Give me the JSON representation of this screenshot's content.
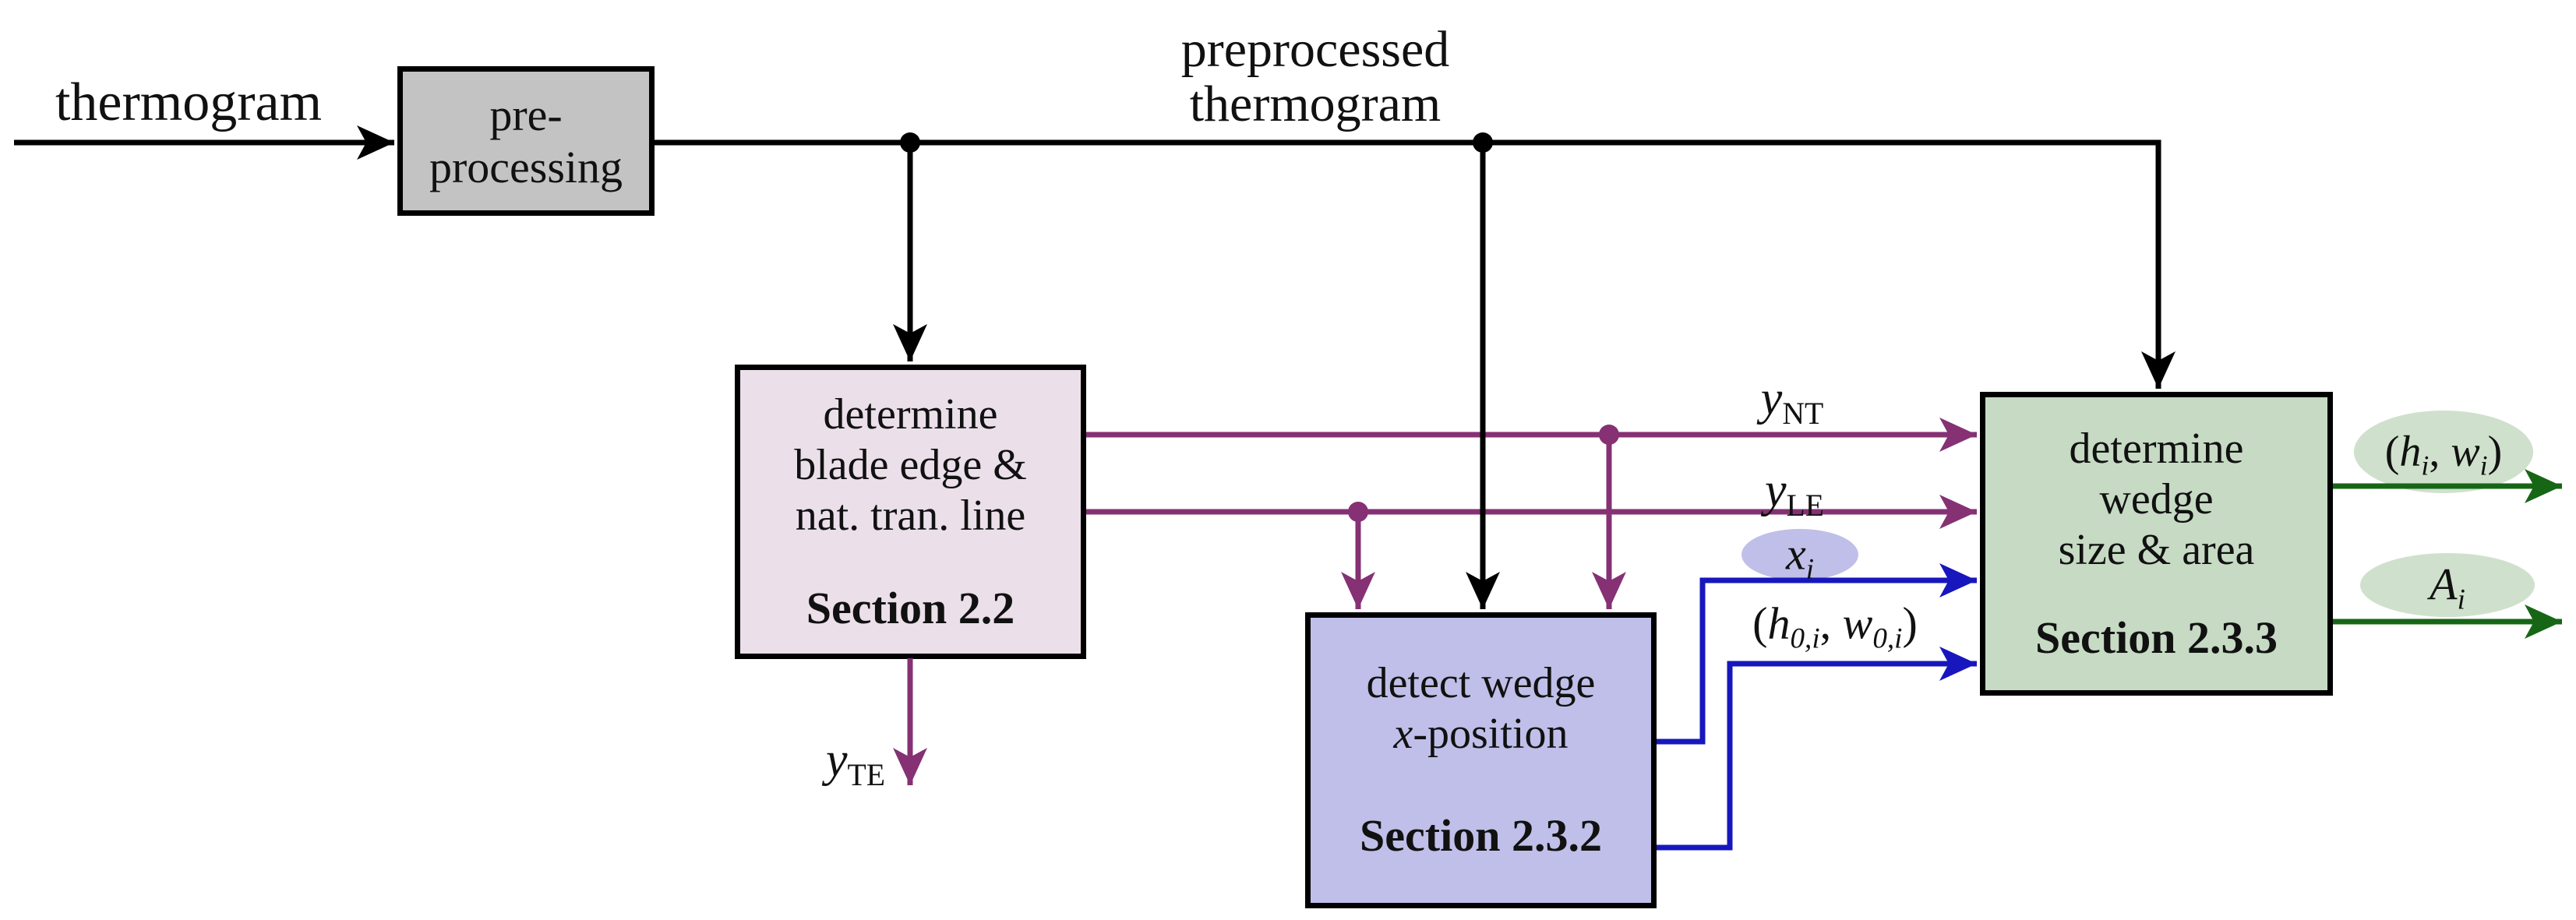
{
  "labels": {
    "input": "thermogram",
    "preprocessed_line1": "preprocessed",
    "preprocessed_line2": "thermogram"
  },
  "boxes": {
    "preprocessing": {
      "line1": "pre-",
      "line2": "processing"
    },
    "blade_edge": {
      "line1": "determine",
      "line2": "blade edge &",
      "line3": "nat. tran. line",
      "section": "Section 2.2"
    },
    "wedge_x": {
      "line1": "detect wedge",
      "line2_italic": "x",
      "line2_rest": "-position",
      "section": "Section 2.3.2"
    },
    "wedge_size": {
      "line1": "determine",
      "line2": "wedge",
      "line3": "size & area",
      "section": "Section 2.3.3"
    }
  },
  "signals": {
    "y_nt": {
      "base": "y",
      "sub": "NT"
    },
    "y_le": {
      "base": "y",
      "sub": "LE"
    },
    "y_te": {
      "base": "y",
      "sub": "TE"
    },
    "x_i": {
      "base": "x",
      "sub": "i"
    },
    "h0w0": {
      "open": "(",
      "h": "h",
      "h_sub": "0,i",
      "sep": ", ",
      "w": "w",
      "w_sub": "0,i",
      "close": ")"
    },
    "hw": {
      "open": "(",
      "h": "h",
      "h_sub": "i",
      "sep": ", ",
      "w": "w",
      "w_sub": "i",
      "close": ")"
    },
    "a_i": {
      "base": "A",
      "sub": "i"
    }
  },
  "colors": {
    "line_black": "#000000",
    "purple": "#853174",
    "blue": "#1717bd",
    "green": "#166616",
    "gray_fill": "#c3c3c3",
    "pink_fill": "#ebdfea",
    "blue_fill": "#bfbfe9",
    "green_fill": "#c6dac4",
    "ellipse_blue": "#bfbfe9",
    "ellipse_green": "#cfe1cc"
  }
}
